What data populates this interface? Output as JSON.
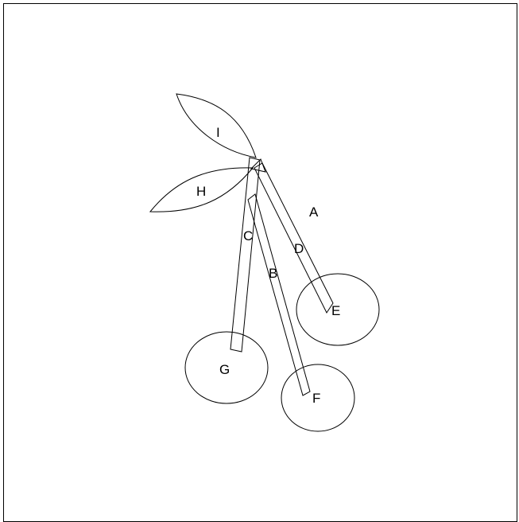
{
  "diagram": {
    "labels": {
      "a": "A",
      "b": "B",
      "c": "C",
      "d": "D",
      "e": "E",
      "f": "F",
      "g": "G",
      "h": "H",
      "i": "I"
    },
    "colors": {
      "stroke": "#000000",
      "background": "#ffffff"
    }
  }
}
